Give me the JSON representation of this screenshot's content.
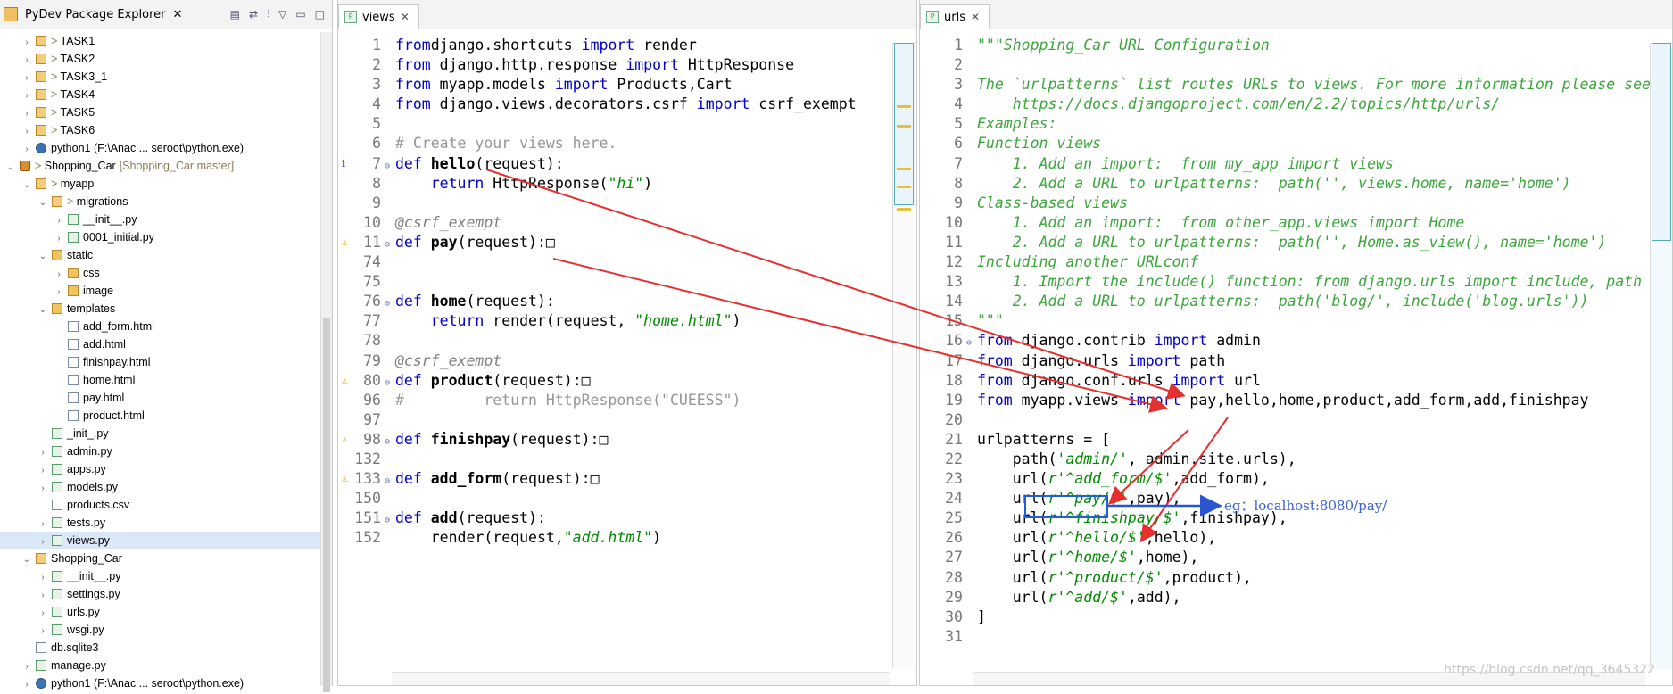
{
  "explorer": {
    "title": "PyDev Package Explorer",
    "tree": [
      {
        "indent": 1,
        "chev": "›",
        "icon": "pkg",
        "prefix": "> ",
        "label": "TASK1"
      },
      {
        "indent": 1,
        "chev": "›",
        "icon": "pkg",
        "prefix": "> ",
        "label": "TASK2"
      },
      {
        "indent": 1,
        "chev": "›",
        "icon": "pkg",
        "prefix": "> ",
        "label": "TASK3_1"
      },
      {
        "indent": 1,
        "chev": "›",
        "icon": "pkg",
        "prefix": "> ",
        "label": "TASK4"
      },
      {
        "indent": 1,
        "chev": "›",
        "icon": "pkg",
        "prefix": "> ",
        "label": "TASK5"
      },
      {
        "indent": 1,
        "chev": "›",
        "icon": "pkg",
        "prefix": "> ",
        "label": "TASK6"
      },
      {
        "indent": 1,
        "chev": "›",
        "icon": "py",
        "prefix": "",
        "label": "python1  (F:\\Anac ... seroot\\python.exe)"
      },
      {
        "indent": 0,
        "chev": "⌄",
        "icon": "proj",
        "prefix": "> ",
        "label": "Shopping_Car",
        "extra": "[Shopping_Car master]"
      },
      {
        "indent": 1,
        "chev": "⌄",
        "icon": "pkg",
        "prefix": "> ",
        "label": "myapp"
      },
      {
        "indent": 2,
        "chev": "⌄",
        "icon": "pkg",
        "prefix": "> ",
        "label": "migrations"
      },
      {
        "indent": 3,
        "chev": "›",
        "icon": "pyf",
        "prefix": "",
        "label": "__init__.py"
      },
      {
        "indent": 3,
        "chev": "›",
        "icon": "pyf",
        "prefix": "",
        "label": "0001_initial.py"
      },
      {
        "indent": 2,
        "chev": "⌄",
        "icon": "fold",
        "prefix": "",
        "label": "static"
      },
      {
        "indent": 3,
        "chev": "›",
        "icon": "fold",
        "prefix": "",
        "label": "css"
      },
      {
        "indent": 3,
        "chev": "›",
        "icon": "fold",
        "prefix": "",
        "label": "image"
      },
      {
        "indent": 2,
        "chev": "⌄",
        "icon": "fold",
        "prefix": "",
        "label": "templates"
      },
      {
        "indent": 3,
        "chev": "",
        "icon": "file",
        "prefix": "",
        "label": "add_form.html"
      },
      {
        "indent": 3,
        "chev": "",
        "icon": "file",
        "prefix": "",
        "label": "add.html"
      },
      {
        "indent": 3,
        "chev": "",
        "icon": "file",
        "prefix": "",
        "label": "finishpay.html"
      },
      {
        "indent": 3,
        "chev": "",
        "icon": "file",
        "prefix": "",
        "label": "home.html"
      },
      {
        "indent": 3,
        "chev": "",
        "icon": "file",
        "prefix": "",
        "label": "pay.html"
      },
      {
        "indent": 3,
        "chev": "",
        "icon": "file",
        "prefix": "",
        "label": "product.html"
      },
      {
        "indent": 2,
        "chev": "",
        "icon": "pyf",
        "prefix": "",
        "label": "_init_.py"
      },
      {
        "indent": 2,
        "chev": "›",
        "icon": "pyf",
        "prefix": "",
        "label": "admin.py"
      },
      {
        "indent": 2,
        "chev": "›",
        "icon": "pyf",
        "prefix": "",
        "label": "apps.py"
      },
      {
        "indent": 2,
        "chev": "›",
        "icon": "pyf",
        "prefix": "",
        "label": "models.py"
      },
      {
        "indent": 2,
        "chev": "",
        "icon": "file",
        "prefix": "",
        "label": "products.csv"
      },
      {
        "indent": 2,
        "chev": "›",
        "icon": "pyf",
        "prefix": "",
        "label": "tests.py"
      },
      {
        "indent": 2,
        "chev": "›",
        "icon": "pyf",
        "prefix": "",
        "label": "views.py",
        "selected": true
      },
      {
        "indent": 1,
        "chev": "⌄",
        "icon": "pkg",
        "prefix": "",
        "label": "Shopping_Car"
      },
      {
        "indent": 2,
        "chev": "›",
        "icon": "pyf",
        "prefix": "",
        "label": "__init__.py"
      },
      {
        "indent": 2,
        "chev": "›",
        "icon": "pyf",
        "prefix": "",
        "label": "settings.py"
      },
      {
        "indent": 2,
        "chev": "›",
        "icon": "pyf",
        "prefix": "",
        "label": "urls.py"
      },
      {
        "indent": 2,
        "chev": "›",
        "icon": "pyf",
        "prefix": "",
        "label": "wsgi.py"
      },
      {
        "indent": 1,
        "chev": "",
        "icon": "file",
        "prefix": "",
        "label": "db.sqlite3"
      },
      {
        "indent": 1,
        "chev": "›",
        "icon": "pyf",
        "prefix": "",
        "label": "manage.py"
      },
      {
        "indent": 1,
        "chev": "›",
        "icon": "py",
        "prefix": "",
        "label": "python1  (F:\\Anac ... seroot\\python.exe)"
      }
    ]
  },
  "views": {
    "tab_label": "views",
    "lines": [
      {
        "n": "1",
        "tokens": [
          [
            "kw",
            "from"
          ],
          [
            "",
            "django.shortcuts "
          ],
          [
            "kw",
            "import"
          ],
          [
            "",
            " render"
          ]
        ]
      },
      {
        "n": "2",
        "tokens": [
          [
            "kw",
            "from"
          ],
          [
            "",
            " django.http.response "
          ],
          [
            "kw",
            "import"
          ],
          [
            "",
            " HttpResponse"
          ]
        ]
      },
      {
        "n": "3",
        "tokens": [
          [
            "kw",
            "from"
          ],
          [
            "",
            " myapp.models "
          ],
          [
            "kw",
            "import"
          ],
          [
            "",
            " Products,Cart"
          ]
        ]
      },
      {
        "n": "4",
        "tokens": [
          [
            "kw",
            "from"
          ],
          [
            "",
            " django.views.decorators.csrf "
          ],
          [
            "kw",
            "import"
          ],
          [
            "",
            " csrf_exempt"
          ]
        ]
      },
      {
        "n": "5",
        "tokens": []
      },
      {
        "n": "6",
        "tokens": [
          [
            "cm",
            "# Create your views here."
          ]
        ]
      },
      {
        "n": "7",
        "mark": "i",
        "fold": true,
        "tokens": [
          [
            "kw",
            "def"
          ],
          [
            "",
            " "
          ],
          [
            "fn",
            "hello"
          ],
          [
            "",
            "(request):"
          ]
        ]
      },
      {
        "n": "8",
        "tokens": [
          [
            "",
            "    "
          ],
          [
            "kw",
            "return"
          ],
          [
            "",
            " HttpResponse("
          ],
          [
            "str",
            "\"hi\""
          ],
          [
            "",
            ")"
          ]
        ]
      },
      {
        "n": "9",
        "tokens": []
      },
      {
        "n": "10",
        "tokens": [
          [
            "dec",
            "@csrf_exempt"
          ]
        ]
      },
      {
        "n": "11",
        "mark": "w",
        "fold": true,
        "tokens": [
          [
            "kw",
            "def"
          ],
          [
            "",
            " "
          ],
          [
            "fn",
            "pay"
          ],
          [
            "",
            "(request):□"
          ]
        ]
      },
      {
        "n": "74",
        "tokens": []
      },
      {
        "n": "75",
        "tokens": []
      },
      {
        "n": "76",
        "fold": true,
        "tokens": [
          [
            "kw",
            "def"
          ],
          [
            "",
            " "
          ],
          [
            "fn",
            "home"
          ],
          [
            "",
            "(request):"
          ]
        ]
      },
      {
        "n": "77",
        "tokens": [
          [
            "",
            "    "
          ],
          [
            "kw",
            "return"
          ],
          [
            "",
            " render(request, "
          ],
          [
            "str",
            "\"home.html\""
          ],
          [
            "",
            ")"
          ]
        ]
      },
      {
        "n": "78",
        "tokens": []
      },
      {
        "n": "79",
        "tokens": [
          [
            "dec",
            "@csrf_exempt"
          ]
        ]
      },
      {
        "n": "80",
        "mark": "w",
        "fold": true,
        "tokens": [
          [
            "kw",
            "def"
          ],
          [
            "",
            " "
          ],
          [
            "fn",
            "product"
          ],
          [
            "",
            "(request):□"
          ]
        ]
      },
      {
        "n": "96",
        "tokens": [
          [
            "cm",
            "#         return HttpResponse(\"CUEESS\")"
          ]
        ]
      },
      {
        "n": "97",
        "tokens": []
      },
      {
        "n": "98",
        "mark": "w",
        "fold": true,
        "tokens": [
          [
            "kw",
            "def"
          ],
          [
            "",
            " "
          ],
          [
            "fn",
            "finishpay"
          ],
          [
            "",
            "(request):□"
          ]
        ]
      },
      {
        "n": "132",
        "tokens": []
      },
      {
        "n": "133",
        "mark": "w",
        "fold": true,
        "tokens": [
          [
            "kw",
            "def"
          ],
          [
            "",
            " "
          ],
          [
            "fn",
            "add_form"
          ],
          [
            "",
            "(request):□"
          ]
        ]
      },
      {
        "n": "150",
        "tokens": []
      },
      {
        "n": "151",
        "fold": true,
        "tokens": [
          [
            "kw",
            "def"
          ],
          [
            "",
            " "
          ],
          [
            "fn",
            "add"
          ],
          [
            "",
            "(request):"
          ]
        ]
      },
      {
        "n": "152",
        "tokens": [
          [
            "",
            "    render(request,"
          ],
          [
            "str",
            "\"add.html\""
          ],
          [
            "",
            ")"
          ]
        ]
      }
    ]
  },
  "urls": {
    "tab_label": "urls",
    "lines": [
      {
        "n": "1",
        "tokens": [
          [
            "doc",
            "\"\"\"Shopping_Car URL Configuration"
          ]
        ]
      },
      {
        "n": "2",
        "tokens": []
      },
      {
        "n": "3",
        "tokens": [
          [
            "doc",
            "The `urlpatterns` list routes URLs to views. For more information please see:"
          ]
        ]
      },
      {
        "n": "4",
        "tokens": [
          [
            "doc",
            "    https://docs.djangoproject.com/en/2.2/topics/http/urls/"
          ]
        ]
      },
      {
        "n": "5",
        "tokens": [
          [
            "doc",
            "Examples:"
          ]
        ]
      },
      {
        "n": "6",
        "tokens": [
          [
            "doc",
            "Function views"
          ]
        ]
      },
      {
        "n": "7",
        "tokens": [
          [
            "doc",
            "    1. Add an import:  from my_app import views"
          ]
        ]
      },
      {
        "n": "8",
        "tokens": [
          [
            "doc",
            "    2. Add a URL to urlpatterns:  path('', views.home, name='home')"
          ]
        ]
      },
      {
        "n": "9",
        "tokens": [
          [
            "doc",
            "Class-based views"
          ]
        ]
      },
      {
        "n": "10",
        "tokens": [
          [
            "doc",
            "    1. Add an import:  from other_app.views import Home"
          ]
        ]
      },
      {
        "n": "11",
        "tokens": [
          [
            "doc",
            "    2. Add a URL to urlpatterns:  path('', Home.as_view(), name='home')"
          ]
        ]
      },
      {
        "n": "12",
        "tokens": [
          [
            "doc",
            "Including another URLconf"
          ]
        ]
      },
      {
        "n": "13",
        "tokens": [
          [
            "doc",
            "    1. Import the include() function: from django.urls import include, path"
          ]
        ]
      },
      {
        "n": "14",
        "tokens": [
          [
            "doc",
            "    2. Add a URL to urlpatterns:  path('blog/', include('blog.urls'))"
          ]
        ]
      },
      {
        "n": "15",
        "tokens": [
          [
            "doc",
            "\"\"\""
          ]
        ]
      },
      {
        "n": "16",
        "fold": true,
        "tokens": [
          [
            "kw",
            "from"
          ],
          [
            "",
            " django.contrib "
          ],
          [
            "kw",
            "import"
          ],
          [
            "",
            " admin"
          ]
        ]
      },
      {
        "n": "17",
        "tokens": [
          [
            "kw",
            "from"
          ],
          [
            "",
            " django.urls "
          ],
          [
            "kw",
            "import"
          ],
          [
            "",
            " path"
          ]
        ]
      },
      {
        "n": "18",
        "tokens": [
          [
            "kw",
            "from"
          ],
          [
            "",
            " django.conf.urls "
          ],
          [
            "kw",
            "import"
          ],
          [
            "",
            " url"
          ]
        ]
      },
      {
        "n": "19",
        "tokens": [
          [
            "kw",
            "from"
          ],
          [
            "",
            " myapp.views "
          ],
          [
            "kw",
            "import"
          ],
          [
            "",
            " pay,hello,home,product,add_form,add,finishpay"
          ]
        ]
      },
      {
        "n": "20",
        "tokens": []
      },
      {
        "n": "21",
        "tokens": [
          [
            "",
            "urlpatterns = ["
          ]
        ]
      },
      {
        "n": "22",
        "tokens": [
          [
            "",
            "    path("
          ],
          [
            "str",
            "'admin/'"
          ],
          [
            "",
            ", admin.site.urls),"
          ]
        ]
      },
      {
        "n": "23",
        "tokens": [
          [
            "",
            "    url("
          ],
          [
            "str",
            "r'^add_form/$'"
          ],
          [
            "",
            ",add_form),"
          ]
        ]
      },
      {
        "n": "24",
        "tokens": [
          [
            "",
            "    url("
          ],
          [
            "str",
            "r'^pay/$'"
          ],
          [
            "",
            ",pay),"
          ]
        ]
      },
      {
        "n": "25",
        "tokens": [
          [
            "",
            "    url("
          ],
          [
            "str",
            "r'^finishpay/$'"
          ],
          [
            "",
            ",finishpay),"
          ]
        ]
      },
      {
        "n": "26",
        "tokens": [
          [
            "",
            "    url("
          ],
          [
            "str",
            "r'^hello/$'"
          ],
          [
            "",
            ",hello),"
          ]
        ]
      },
      {
        "n": "27",
        "tokens": [
          [
            "",
            "    url("
          ],
          [
            "str",
            "r'^home/$'"
          ],
          [
            "",
            ",home),"
          ]
        ]
      },
      {
        "n": "28",
        "tokens": [
          [
            "",
            "    url("
          ],
          [
            "str",
            "r'^product/$'"
          ],
          [
            "",
            ",product),"
          ]
        ]
      },
      {
        "n": "29",
        "tokens": [
          [
            "",
            "    url("
          ],
          [
            "str",
            "r'^add/$'"
          ],
          [
            "",
            ",add),"
          ]
        ]
      },
      {
        "n": "30",
        "tokens": [
          [
            "",
            "]"
          ]
        ]
      },
      {
        "n": "31",
        "tokens": []
      }
    ],
    "annotation": "eg：localhost:8080/pay/"
  },
  "watermark": "https://blog.csdn.net/qq_3645322",
  "colors": {
    "arrow_red": "#e53030",
    "arrow_blue": "#2a55d0"
  }
}
